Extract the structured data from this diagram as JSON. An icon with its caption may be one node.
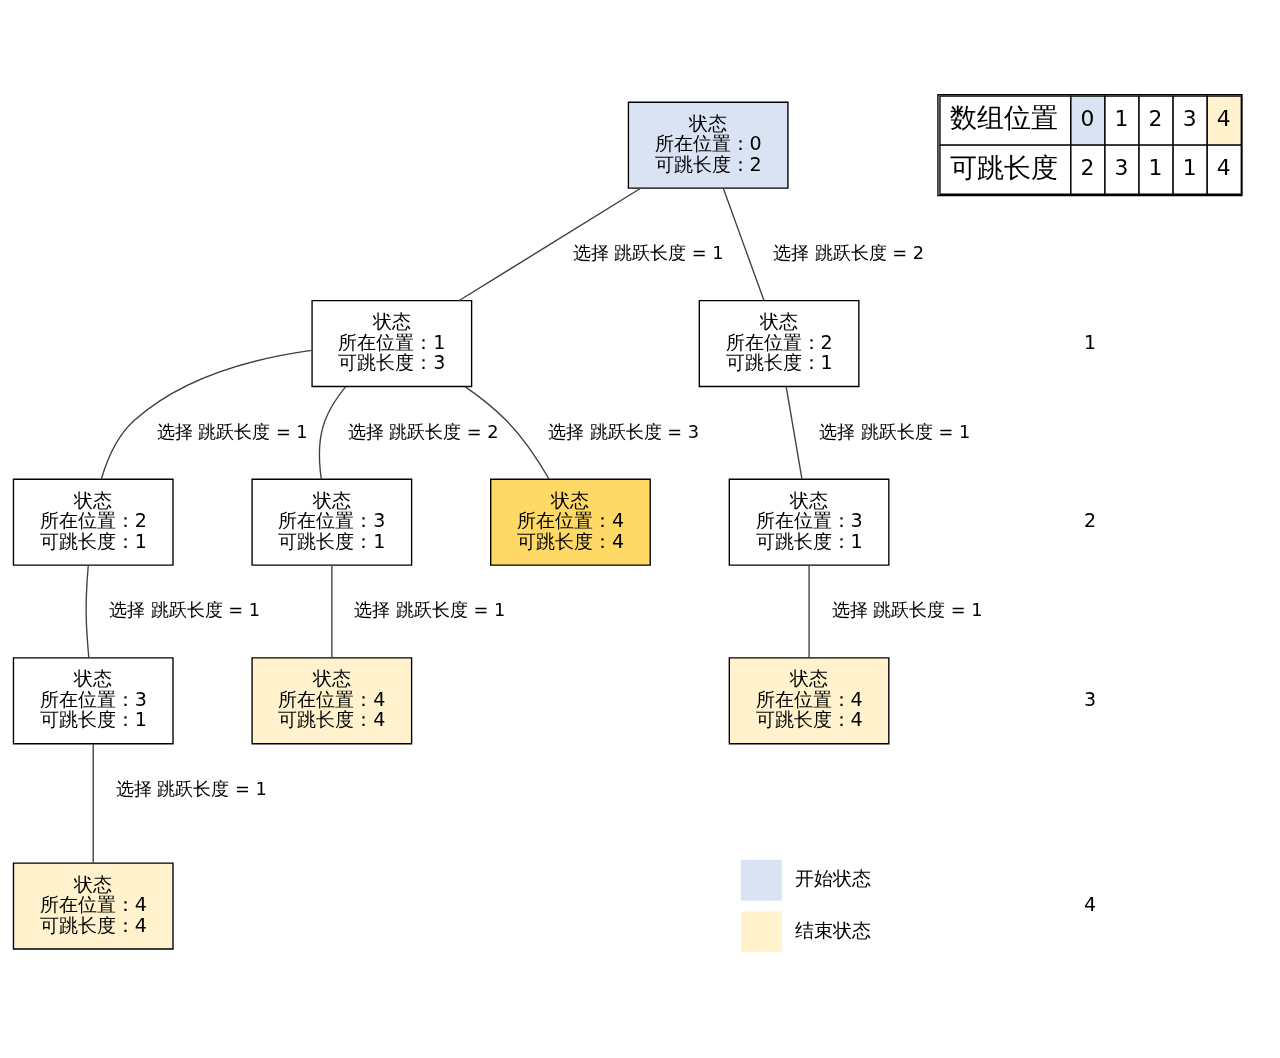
{
  "diagram": {
    "nodes": [
      {
        "text": [
          "状态",
          "所在位置：0",
          "可跳长度：2"
        ]
      },
      {
        "text": [
          "状态",
          "所在位置：1",
          "可跳长度：3"
        ]
      },
      {
        "text": [
          "状态",
          "所在位置：2",
          "可跳长度：1"
        ]
      },
      {
        "text": [
          "状态",
          "所在位置：2",
          "可跳长度：1"
        ]
      },
      {
        "text": [
          "状态",
          "所在位置：3",
          "可跳长度：1"
        ]
      },
      {
        "text": [
          "状态",
          "所在位置：4",
          "可跳长度：4"
        ]
      },
      {
        "text": [
          "状态",
          "所在位置：3",
          "可跳长度：1"
        ]
      },
      {
        "text": [
          "状态",
          "所在位置：3",
          "可跳长度：1"
        ]
      },
      {
        "text": [
          "状态",
          "所在位置：4",
          "可跳长度：4"
        ]
      },
      {
        "text": [
          "状态",
          "所在位置：4",
          "可跳长度：4"
        ]
      },
      {
        "text": [
          "状态",
          "所在位置：4",
          "可跳长度：4"
        ]
      }
    ],
    "edges": [
      {
        "from": 0,
        "to": 1,
        "arrow": "none",
        "label": "选择 跳跃长度 = 1"
      },
      {
        "from": 0,
        "to": 2,
        "arrow": "none",
        "label": "选择 跳跃长度 = 2"
      },
      {
        "from": 1,
        "to": 3,
        "arrow": "none",
        "label": "选择 跳跃长度 = 1"
      },
      {
        "from": 1,
        "to": 4,
        "arrow": "none",
        "label": "选择 跳跃长度 = 2"
      },
      {
        "from": 1,
        "to": 5,
        "arrow": "none",
        "label": "选择 跳跃长度 = 3"
      },
      {
        "from": 2,
        "to": 6,
        "arrow": "none",
        "label": "选择 跳跃长度 = 1"
      },
      {
        "from": 3,
        "to": 7,
        "arrow": "none",
        "label": "选择 跳跃长度 = 1"
      },
      {
        "from": 4,
        "to": 8,
        "arrow": "none",
        "label": "选择 跳跃长度 = 1"
      },
      {
        "from": 6,
        "to": 9,
        "arrow": "none",
        "label": "选择 跳跃长度 = 1"
      },
      {
        "from": 7,
        "to": 10,
        "arrow": "none",
        "label": "选择 跳跃长度 = 1"
      }
    ],
    "labels": [
      "数组位置",
      "0",
      "1",
      "2",
      "3",
      "4",
      "可跳长度",
      "2",
      "3",
      "1",
      "1",
      "4",
      "1",
      "2",
      "3",
      "4"
    ],
    "legend": [
      {
        "text": "开始状态",
        "color": "#dae3f3"
      },
      {
        "text": "结束状态",
        "color": "#fff2cc"
      }
    ]
  }
}
